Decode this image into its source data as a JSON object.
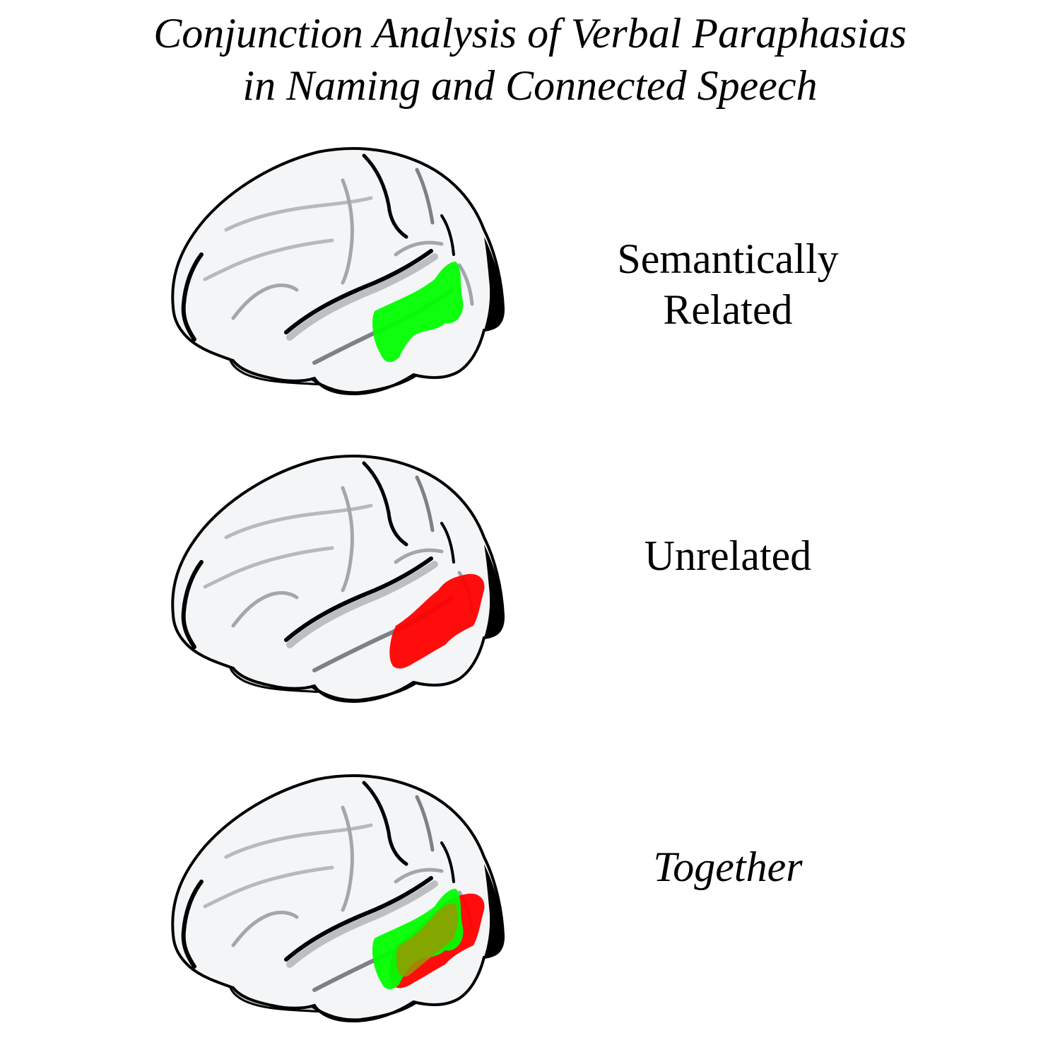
{
  "title": {
    "line1": "Conjunction Analysis of Verbal Paraphasias",
    "line2": "in Naming and Connected Speech"
  },
  "panels": [
    {
      "label_line1": "Semantically",
      "label_line2": "Related",
      "overlay": "green"
    },
    {
      "label_line1": "Unrelated",
      "overlay": "red"
    },
    {
      "label_line1": "Together",
      "overlay": "both"
    }
  ],
  "colors": {
    "semantic": "#00ff00",
    "unrelated": "#ff0000",
    "overlap": "#999900",
    "cortex_fill": "#f3f5f7",
    "sulcus": "#9a9da2",
    "outline": "#000000"
  }
}
